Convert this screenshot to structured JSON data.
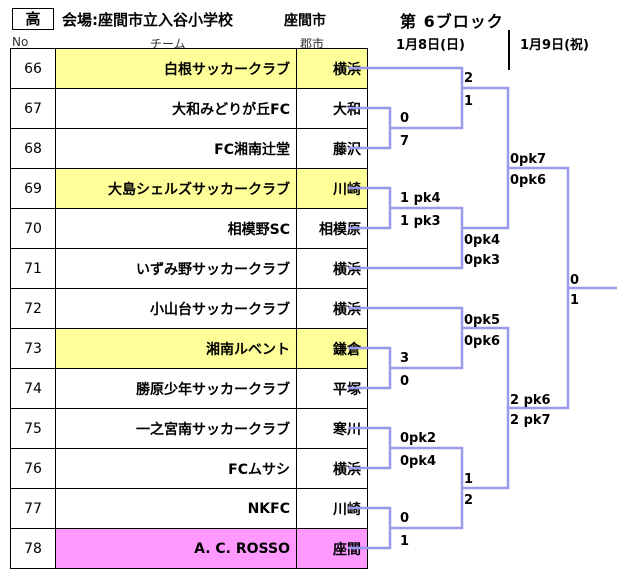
{
  "header": {
    "grade": "高",
    "venue": "会場:座間市立入谷小学校",
    "city_label": "座間市",
    "block": "第 6ブロック",
    "date1": "1月8日(日)",
    "date2": "1月9日(祝)"
  },
  "columns": {
    "no": "No",
    "team": "チーム",
    "city": "郡市"
  },
  "teams": [
    {
      "no": "66",
      "name": "白根サッカークラブ",
      "city": "横浜",
      "highlight": "yellow"
    },
    {
      "no": "67",
      "name": "大和みどりが丘FC",
      "city": "大和",
      "highlight": ""
    },
    {
      "no": "68",
      "name": "FC湘南辻堂",
      "city": "藤沢",
      "highlight": ""
    },
    {
      "no": "69",
      "name": "大島シェルズサッカークラブ",
      "city": "川崎",
      "highlight": "yellow"
    },
    {
      "no": "70",
      "name": "相模野SC",
      "city": "相模原",
      "highlight": ""
    },
    {
      "no": "71",
      "name": "いずみ野サッカークラブ",
      "city": "横浜",
      "highlight": ""
    },
    {
      "no": "72",
      "name": "小山台サッカークラブ",
      "city": "横浜",
      "highlight": ""
    },
    {
      "no": "73",
      "name": "湘南ルベント",
      "city": "鎌倉",
      "highlight": "yellow"
    },
    {
      "no": "74",
      "name": "勝原少年サッカークラブ",
      "city": "平塚",
      "highlight": ""
    },
    {
      "no": "75",
      "name": "一之宮南サッカークラブ",
      "city": "寒川",
      "highlight": ""
    },
    {
      "no": "76",
      "name": "FCムサシ",
      "city": "横浜",
      "highlight": ""
    },
    {
      "no": "77",
      "name": "NKFC",
      "city": "川崎",
      "highlight": ""
    },
    {
      "no": "78",
      "name": "A. C. ROSSO",
      "city": "座間",
      "highlight": "pink"
    }
  ],
  "scores": {
    "m1_top": "0",
    "m1_bot": "7",
    "m2_top": "1 pk4",
    "m2_bot": "1 pk3",
    "m3_top": "3",
    "m3_bot": "0",
    "m4_top": "0pk2",
    "m4_bot": "0pk4",
    "m5_top": "0",
    "m5_bot": "1",
    "r2a_top": "2",
    "r2a_bot": "1",
    "r2b_top": "0pk4",
    "r2b_bot": "0pk3",
    "r2c_top": "0pk5",
    "r2c_bot": "0pk6",
    "r2d_top": "1",
    "r2d_bot": "2",
    "sf1_top": "0pk7",
    "sf1_bot": "0pk6",
    "sf2_top": "2 pk6",
    "sf2_bot": "2 pk7",
    "f_top": "0",
    "f_bot": "1"
  },
  "colors": {
    "bracket_line": "#9999ee",
    "yellow": "#ffff99",
    "pink": "#ff99ff"
  }
}
